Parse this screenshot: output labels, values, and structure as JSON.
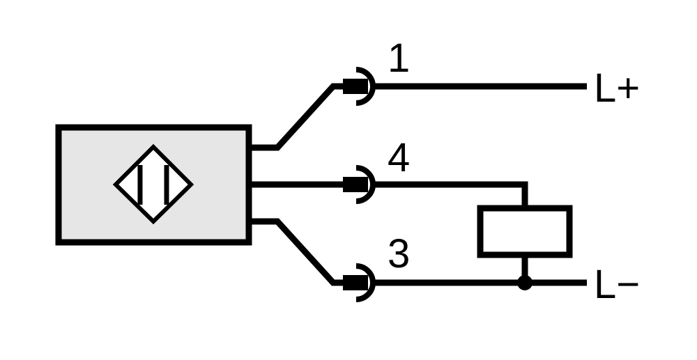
{
  "diagram": {
    "pins": [
      {
        "number": "1",
        "signal": "L+"
      },
      {
        "number": "4",
        "signal": ""
      },
      {
        "number": "3",
        "signal": "L−"
      }
    ],
    "colors": {
      "line": "#000000",
      "sensor_fill": "#e6e6e6",
      "background": "#ffffff"
    },
    "icons": {
      "sensor": "inductive-sensor-symbol",
      "load": "load-resistor",
      "connector": "plug-socket-connector"
    }
  }
}
